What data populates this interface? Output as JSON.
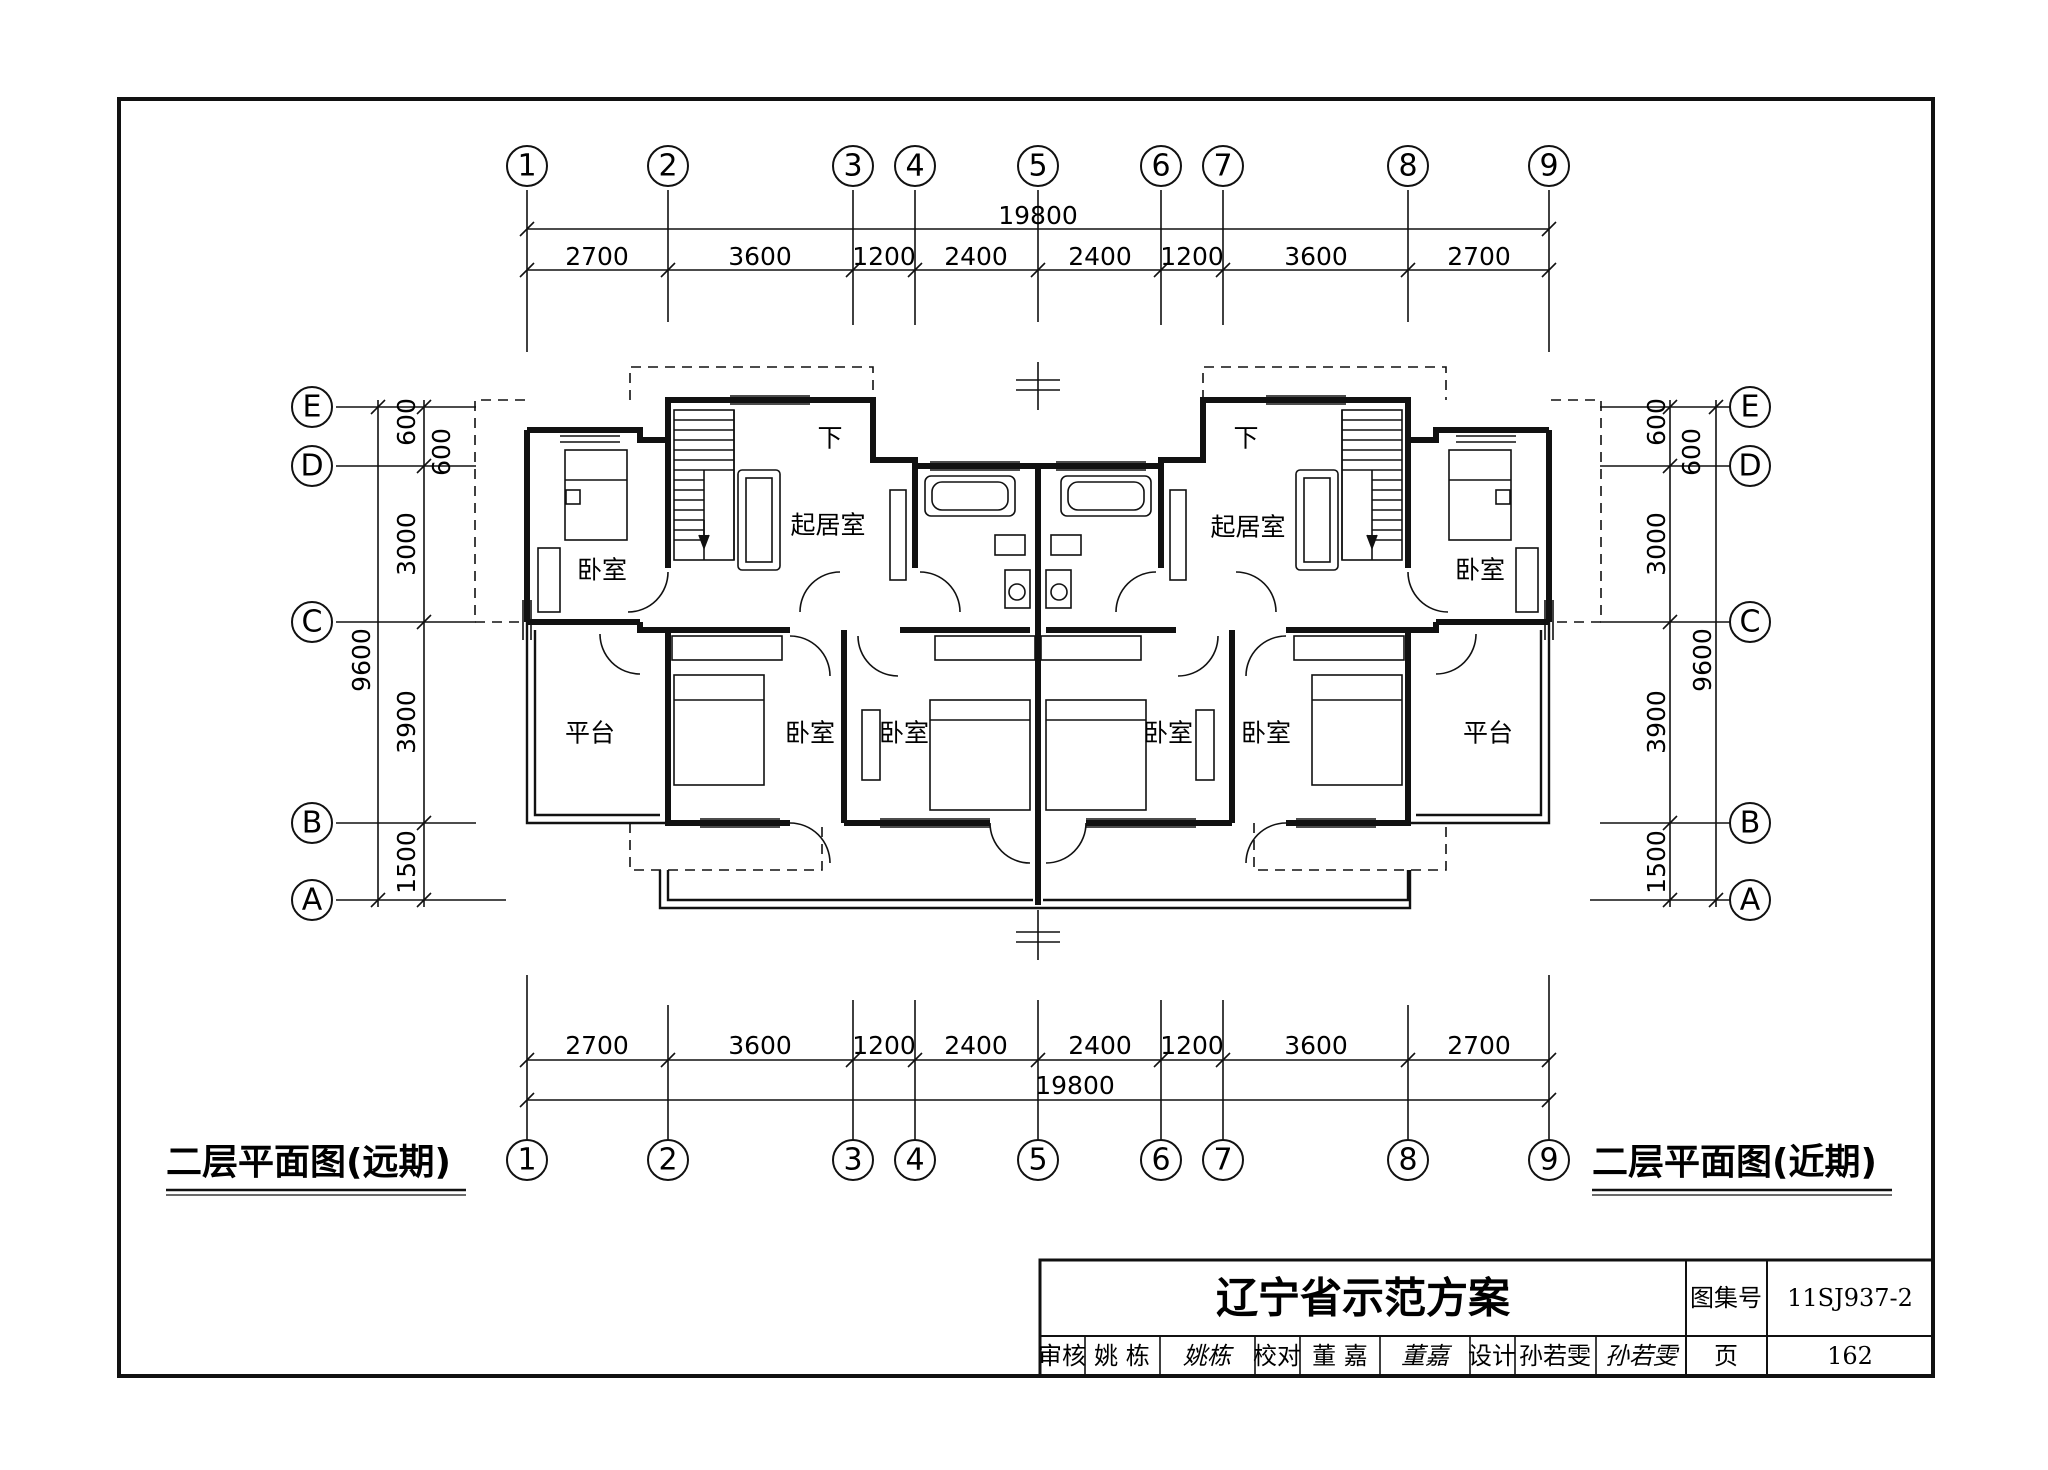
{
  "axes_top": [
    "1",
    "2",
    "3",
    "4",
    "5",
    "6",
    "7",
    "8",
    "9"
  ],
  "axes_bottom": [
    "1",
    "2",
    "3",
    "4",
    "5",
    "6",
    "7",
    "8",
    "9"
  ],
  "axes_left": [
    "E",
    "D",
    "C",
    "B",
    "A"
  ],
  "axes_right": [
    "E",
    "D",
    "C",
    "B",
    "A"
  ],
  "dim_top_total": "19800",
  "dim_top_segments": [
    "2700",
    "3600",
    "1200",
    "2400",
    "2400",
    "1200",
    "3600",
    "2700"
  ],
  "dim_bottom_total": "19800",
  "dim_bottom_segments": [
    "2700",
    "3600",
    "1200",
    "2400",
    "2400",
    "1200",
    "3600",
    "2700"
  ],
  "dim_left_segments": [
    "600",
    "600",
    "3000",
    "3900",
    "1500"
  ],
  "dim_left_total": "9600",
  "dim_right_segments": [
    "600",
    "600",
    "3000",
    "3900",
    "1500"
  ],
  "dim_right_total": "9600",
  "down_label": "下",
  "rooms": {
    "living": "起居室",
    "bedroom": "卧室",
    "terrace": "平台"
  },
  "caption_left": "二层平面图(远期)",
  "caption_right": "二层平面图(近期)",
  "title_block": {
    "title": "辽宁省示范方案",
    "atlas_label": "图集号",
    "atlas_no": "11SJ937-2",
    "review_label": "审核",
    "review_name": "姚 栋",
    "review_sig": "姚栋",
    "check_label": "校对",
    "check_name": "董 嘉",
    "check_sig": "董嘉",
    "design_label": "设计",
    "design_name": "孙若雯",
    "design_sig": "孙若雯",
    "page_label": "页",
    "page_no": "162"
  }
}
